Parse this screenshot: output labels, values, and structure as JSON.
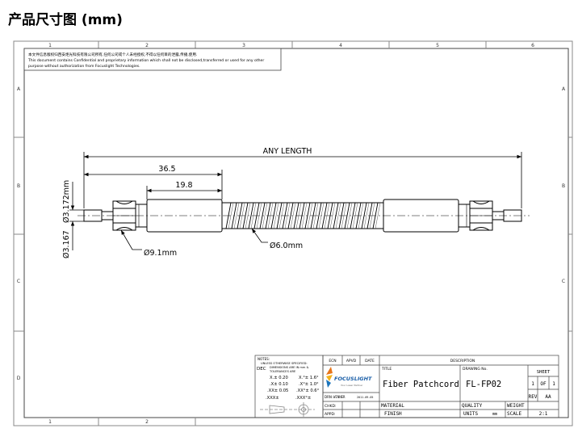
{
  "heading": "产品尺寸图 (mm)",
  "frame": {
    "cols_top": [
      "1",
      "2",
      "3",
      "4",
      "5",
      "6"
    ],
    "cols_bottom": [
      "1",
      "2"
    ],
    "rows_left": [
      "A",
      "B",
      "C",
      "D"
    ],
    "rows_right": [
      "A",
      "B",
      "C"
    ]
  },
  "notice": {
    "line1": "本文件信息版权归西安炬光科技有限公司所有,任何公司或个人未经授权,不得以任何目的泄露,传播,使用.",
    "line2": "This document contains Confidential and proprietary information which shall not be disclosed,transferred or used for any other",
    "line3": "purpose without authorization from Focuslight Technologies."
  },
  "dimensions": {
    "any_length": "ANY LENGTH",
    "d365": "36.5",
    "d198": "19.8",
    "dia_a": "Ø3.172mm",
    "dia_b": "Ø3.167",
    "dia_91": "Ø9.1mm",
    "dia_60": "Ø6.0mm"
  },
  "notes": {
    "line1": "NOTES:",
    "line2": "UNLESS OTHERWISE SPECIFIED:",
    "line3": "DIMENSIONS ARE IN mm &",
    "line4": "TOLERANCES ARE",
    "dec": "DEC",
    "row1a": "X.±  0.20",
    "row1b": "X.°± 1.6°",
    "row2a": ".X± 0.10",
    "row2b": ".X°± 1.0°",
    "row3a": ".XX± 0.05",
    "row3b": ".XX°± 0.6°",
    "row4a": ".XXX±",
    "row4b": ".XXX°±"
  },
  "title_block": {
    "ecn": "ECN",
    "apvd": "APVD",
    "date": "DATE",
    "description": "DESCRIPTION",
    "title_label": "TITLE",
    "drawing_label": "DRAWING No.",
    "sheet_label": "SHEET",
    "title_value": "Fiber Patchcord",
    "drawing_value": "FL-FP02",
    "sheet_1": "1",
    "sheet_of": "OF",
    "sheet_total": "1",
    "rev_label": "REV",
    "rev_value": "AA",
    "logo": "FOCUSLIGHT",
    "logo_sub": "Your Laser Partner",
    "drn_label": "DRN:",
    "drn_value": "WINNER",
    "drn_date": "2011-09-05",
    "chkd": "CHKD:",
    "appd": "APPD:",
    "material": "MATERIAL",
    "quality": "QUALITY",
    "weight": "WEIGHT",
    "finish": "FINISH",
    "units": "UNITS",
    "mm": "mm",
    "scale": "SCALE",
    "scale_value": "2:1"
  }
}
